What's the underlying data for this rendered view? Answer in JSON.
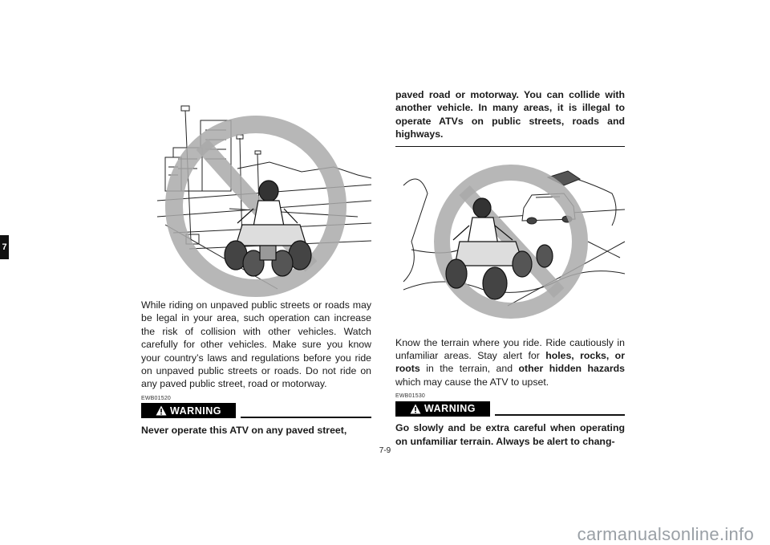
{
  "chapter_tab": "7",
  "left": {
    "paragraph": "While riding on unpaved public streets or roads may be legal in your area, such operation can increase the risk of collision with other vehicles. Watch carefully for other vehicles. Make sure you know your country’s laws and regulations before you ride on unpaved public streets or roads. Do not ride on any paved public street, road or motorway.",
    "warning_code": "EWB01520",
    "warning_label": "WARNING",
    "warning_text": "Never operate this ATV on any paved street,"
  },
  "right": {
    "continued_warning": "paved road or motorway. You can collide with another vehicle. In many areas, it is illegal to operate ATVs on public streets, roads and highways.",
    "paragraph_start": "Know the terrain where you ride. Ride cautiously in unfamiliar areas. Stay alert for ",
    "bold1": "holes, rocks, or roots",
    "paragraph_mid": " in the terrain, and ",
    "bold2": "other hidden hazards",
    "paragraph_end": " which may cause the ATV to upset.",
    "warning_code": "EWB01530",
    "warning_label": "WARNING",
    "warning_text": "Go slowly and be extra careful when operating on unfamiliar terrain. Always be alert to chang-"
  },
  "page_number": "7-9",
  "watermark": "carmanualsonline.info",
  "icons": {
    "warning_symbol": "warning-triangle-icon",
    "prohibited_street": "prohibition-circle-icon",
    "prohibited_terrain": "prohibition-circle-icon"
  }
}
